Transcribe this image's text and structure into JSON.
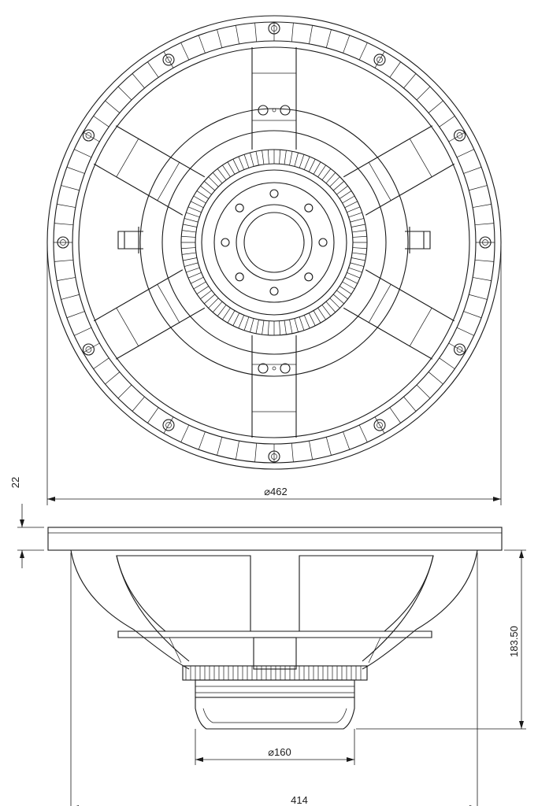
{
  "dimensions": {
    "front_diameter": "⌀462",
    "flange_thickness": "22",
    "depth": "183.50",
    "magnet_diameter": "⌀160",
    "mounting_width": "414"
  }
}
